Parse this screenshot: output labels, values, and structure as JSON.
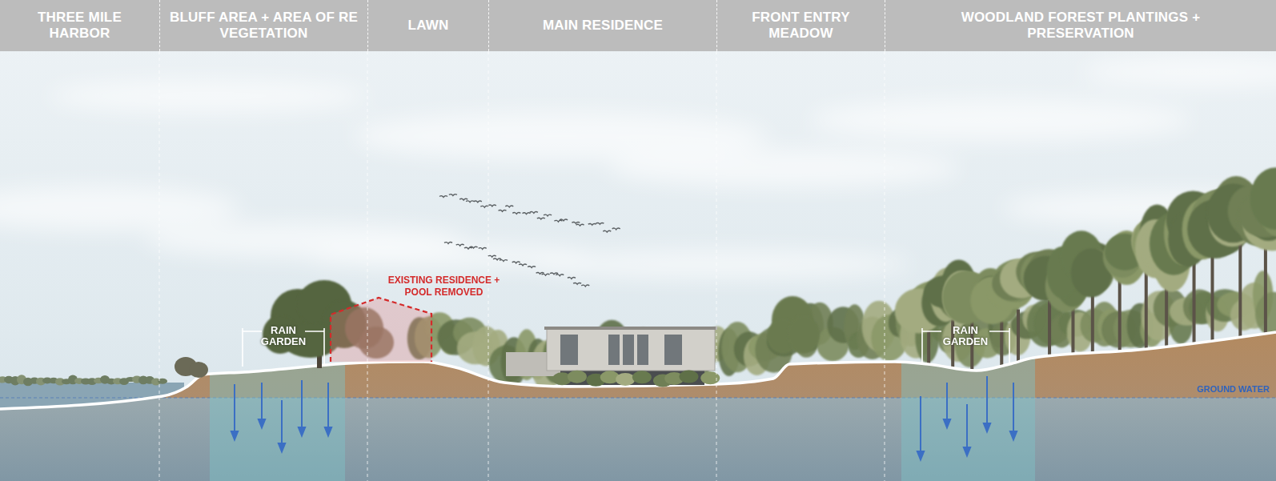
{
  "diagram": {
    "nodes": [
      {
        "text": [
          "THREE MILE HARBOR"
        ]
      },
      {
        "text": [
          "BLUFF AREA + AREA OF RE VEGETATION"
        ]
      },
      {
        "text": [
          "LAWN"
        ]
      },
      {
        "text": [
          "MAIN RESIDENCE"
        ]
      },
      {
        "text": [
          "FRONT ENTRY MEADOW"
        ]
      },
      {
        "text": [
          "WOODLAND FOREST PLANTINGS + PRESERVATION"
        ]
      }
    ],
    "labels": [
      "RAIN GARDEN",
      "EXISTING RESIDENCE + POOL REMOVED",
      "RAIN GARDEN",
      "GROUND WATER"
    ]
  }
}
